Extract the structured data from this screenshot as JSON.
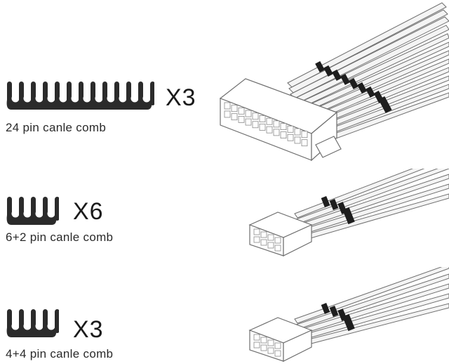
{
  "items": [
    {
      "quantity": "X3",
      "label": "24 pin canle comb",
      "comb_slots": 12,
      "connector_pins": 24
    },
    {
      "quantity": "X6",
      "label": "6+2 pin canle comb",
      "comb_slots": 4,
      "connector_pins": 8
    },
    {
      "quantity": "X3",
      "label": "4+4 pin canle comb",
      "comb_slots": 4,
      "connector_pins": 8
    }
  ],
  "colors": {
    "comb": "#2b2b2b",
    "wire": "#f4f4f4",
    "outline": "#6e6e6e",
    "sleeve_clip": "#1e1e1e"
  }
}
